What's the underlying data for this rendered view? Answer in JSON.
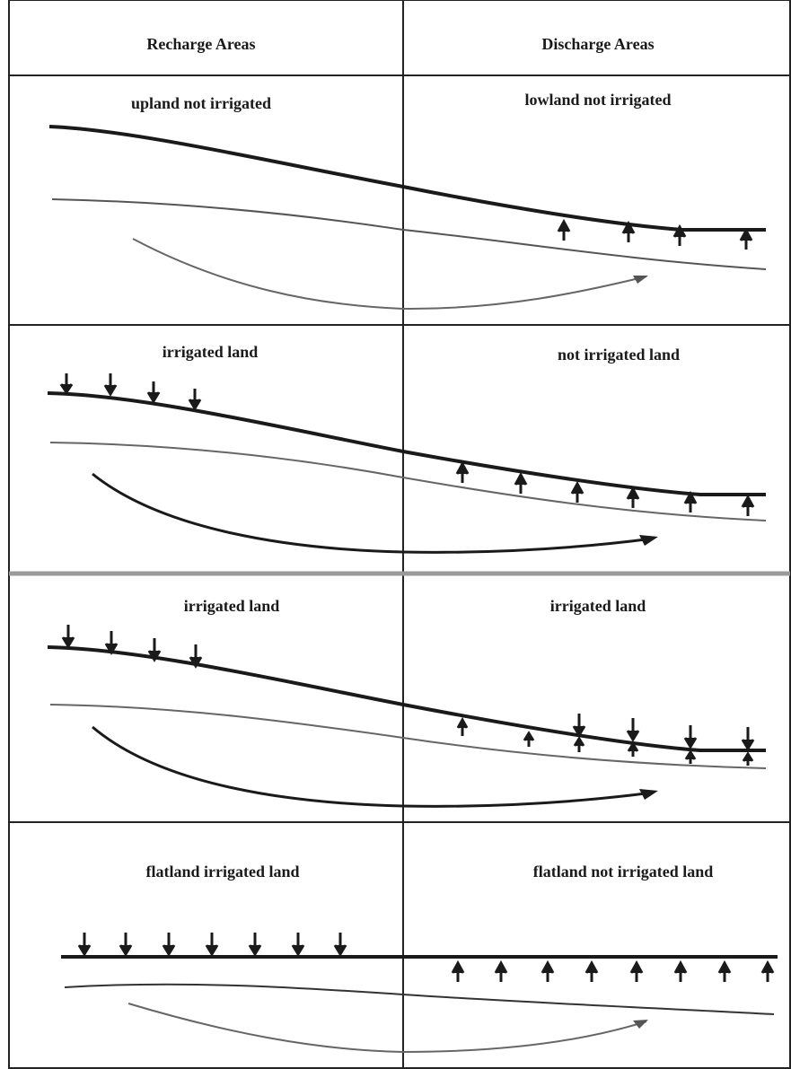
{
  "header": {
    "left_label": "Recharge Areas",
    "right_label": "Discharge Areas"
  },
  "panels": [
    {
      "left_label": "upland not irrigated",
      "right_label": "lowland not irrigated"
    },
    {
      "left_label": "irrigated land",
      "right_label": "not irrigated land"
    },
    {
      "left_label": "irrigated land",
      "right_label": "irrigated land"
    },
    {
      "left_label": "flatland irrigated land",
      "right_label": "flatland not irrigated land"
    }
  ],
  "colors": {
    "ink": "#1a1a1a",
    "border": "#222222",
    "water_table": "#555555",
    "flow_path": "#666666",
    "separator_gray": "#9a9a9a"
  },
  "icons": {
    "infiltration": "down-arrow-icon",
    "discharge": "up-arrow-icon",
    "flow": "flow-arrowhead-icon"
  }
}
